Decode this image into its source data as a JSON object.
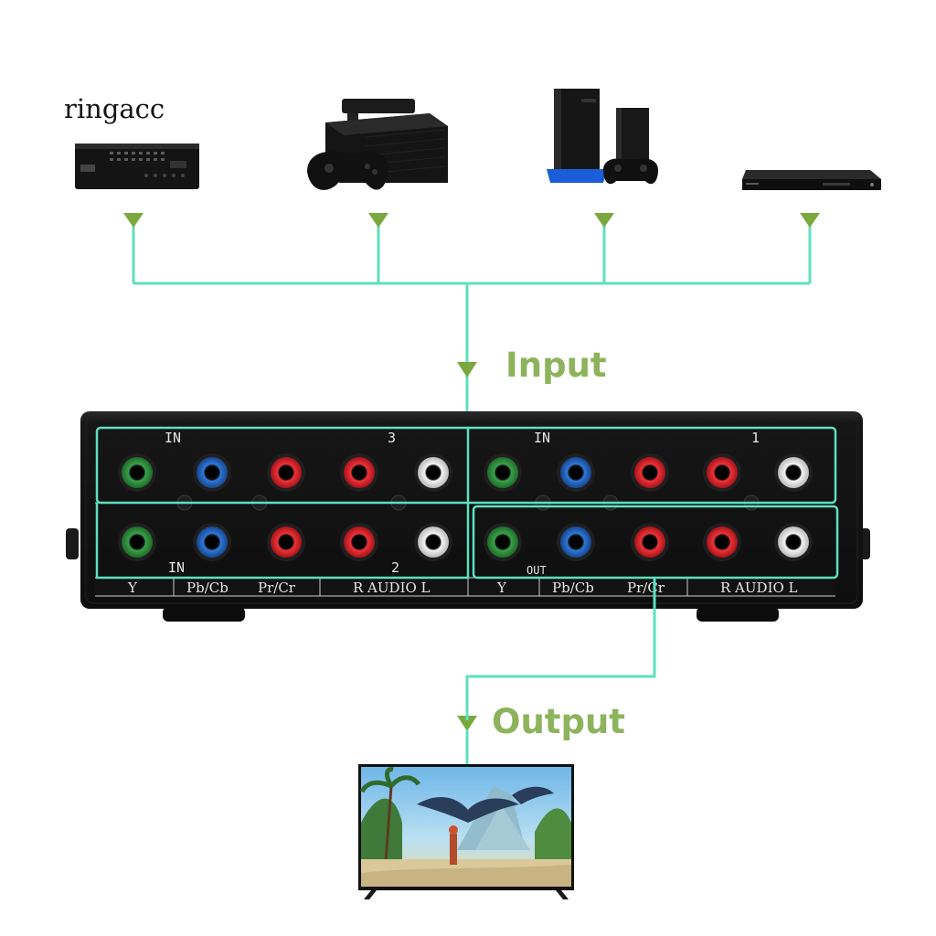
{
  "brand": "ringacc",
  "labels": {
    "input": "Input",
    "output": "Output"
  },
  "panel": {
    "in_label_top_left": "IN",
    "in_label_top_right": "IN",
    "in_label_bottom_left": "IN",
    "out_label": "OUT",
    "num_3": "3",
    "num_1": "1",
    "num_2": "2",
    "bottom_labels_left": [
      "Y",
      "Pb/Cb",
      "Pr/Cr",
      "R AUDIO L"
    ],
    "bottom_labels_right": [
      "Y",
      "Pb/Cb",
      "Pr/Cr",
      "R AUDIO L"
    ]
  },
  "colors": {
    "line": "#5ee0bd",
    "arrow": "#7aa83e",
    "label": "#8db35c",
    "jack_green": "#2e8b3a",
    "jack_blue": "#1f5fb5",
    "jack_red": "#d41f26",
    "jack_white": "#e8e8e8",
    "panel": "#141414"
  },
  "icons": {
    "device_1": "set-top-box-icon",
    "device_2": "game-console-xbox-icon",
    "device_3": "game-console-playstation-icon",
    "device_4": "dvd-player-icon",
    "display": "television-icon"
  }
}
